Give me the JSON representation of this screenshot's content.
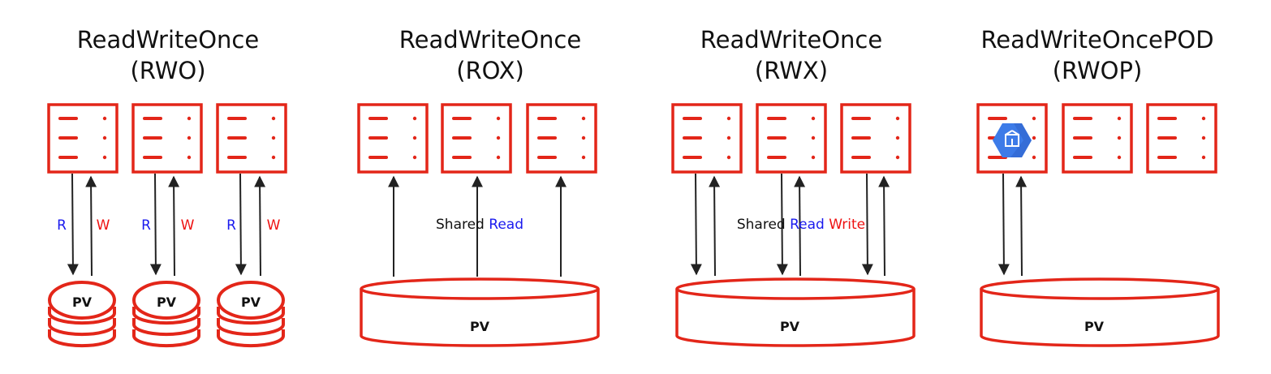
{
  "colors": {
    "accent": "#e32619",
    "read": "#1a1aee",
    "write": "#ee1111",
    "arrow": "#222222",
    "pod_icon": "#3d7be8"
  },
  "panels": [
    {
      "title_line1": "ReadWriteOnce",
      "title_line2": "(RWO)",
      "read_label": "R",
      "write_label": "W",
      "pv_label": "PV"
    },
    {
      "title_line1": "ReadWriteOnce",
      "title_line2": "(ROX)",
      "shared_label": "Shared",
      "mode_read": "Read",
      "pv_label": "PV"
    },
    {
      "title_line1": "ReadWriteOnce",
      "title_line2": "(RWX)",
      "shared_label": "Shared",
      "mode_read": "Read",
      "mode_write": "Write",
      "pv_label": "PV"
    },
    {
      "title_line1": "ReadWriteOncePOD",
      "title_line2": "(RWOP)",
      "pv_label": "PV",
      "pod_icon": "kubernetes-pod-icon"
    }
  ]
}
